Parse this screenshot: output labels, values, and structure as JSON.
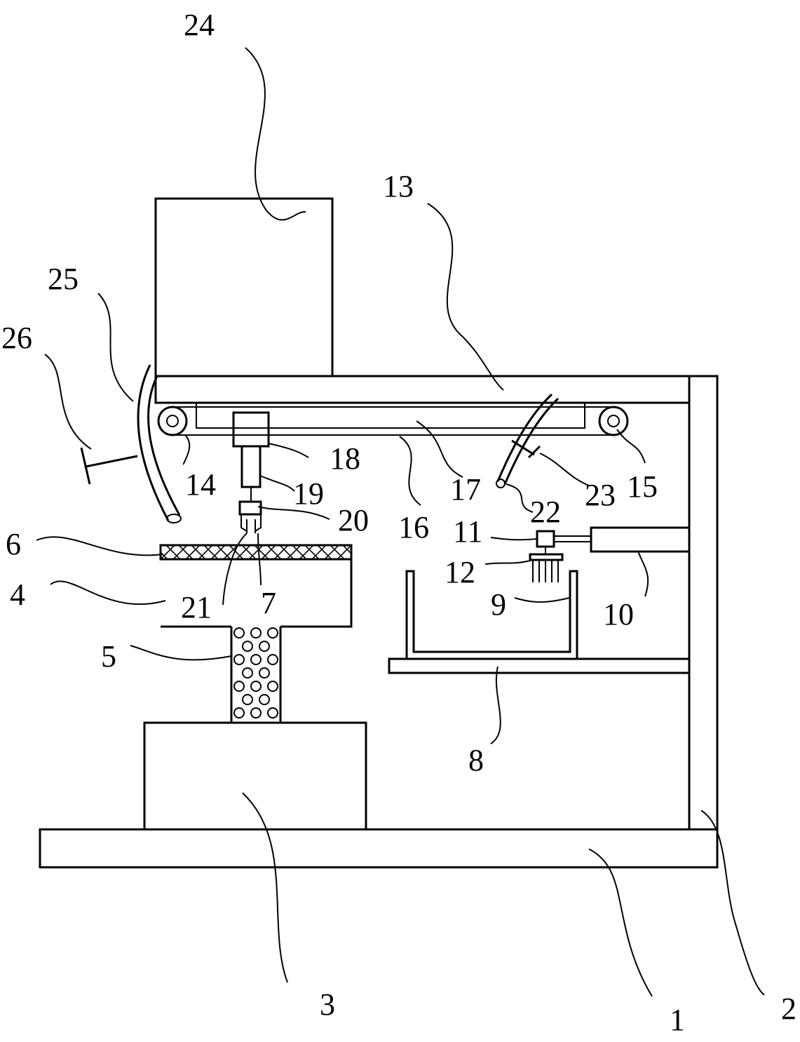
{
  "labels": {
    "l1": "1",
    "l2": "2",
    "l3": "3",
    "l4": "4",
    "l5": "5",
    "l6": "6",
    "l7": "7",
    "l8": "8",
    "l9": "9",
    "l10": "10",
    "l11": "11",
    "l12": "12",
    "l13": "13",
    "l14": "14",
    "l15": "15",
    "l16": "16",
    "l17": "17",
    "l18": "18",
    "l19": "19",
    "l20": "20",
    "l21": "21",
    "l22": "22",
    "l23": "23",
    "l24": "24",
    "l25": "25",
    "l26": "26"
  }
}
